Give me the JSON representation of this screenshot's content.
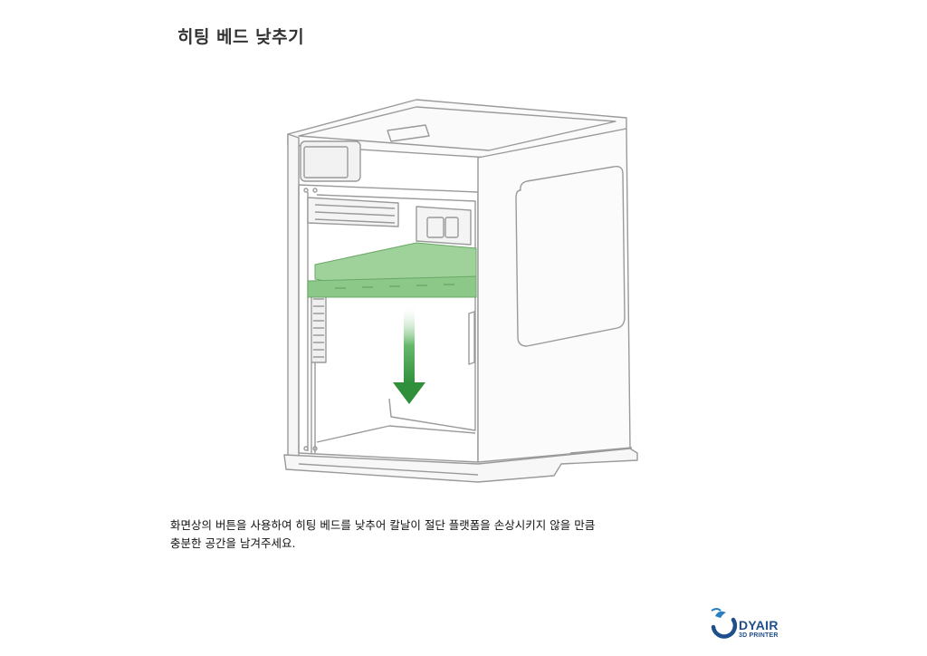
{
  "heading": {
    "title": "히팅 베드 낮추기"
  },
  "illustration": {
    "bed_color": "#9fd29a",
    "arrow_color": "#3a9a44",
    "line_color": "#9a9a9a"
  },
  "instruction": {
    "line1": "화면상의 버튼을 사용하여 히팅 베드를 낮추어 칼날이 절단 플랫폼을 손상시키지 않을 만큼",
    "line2": "충분한 공간을 남겨주세요."
  },
  "logo": {
    "brand": "DYAIR",
    "sub": "3D PRINTER",
    "color": "#1f4e8c"
  }
}
